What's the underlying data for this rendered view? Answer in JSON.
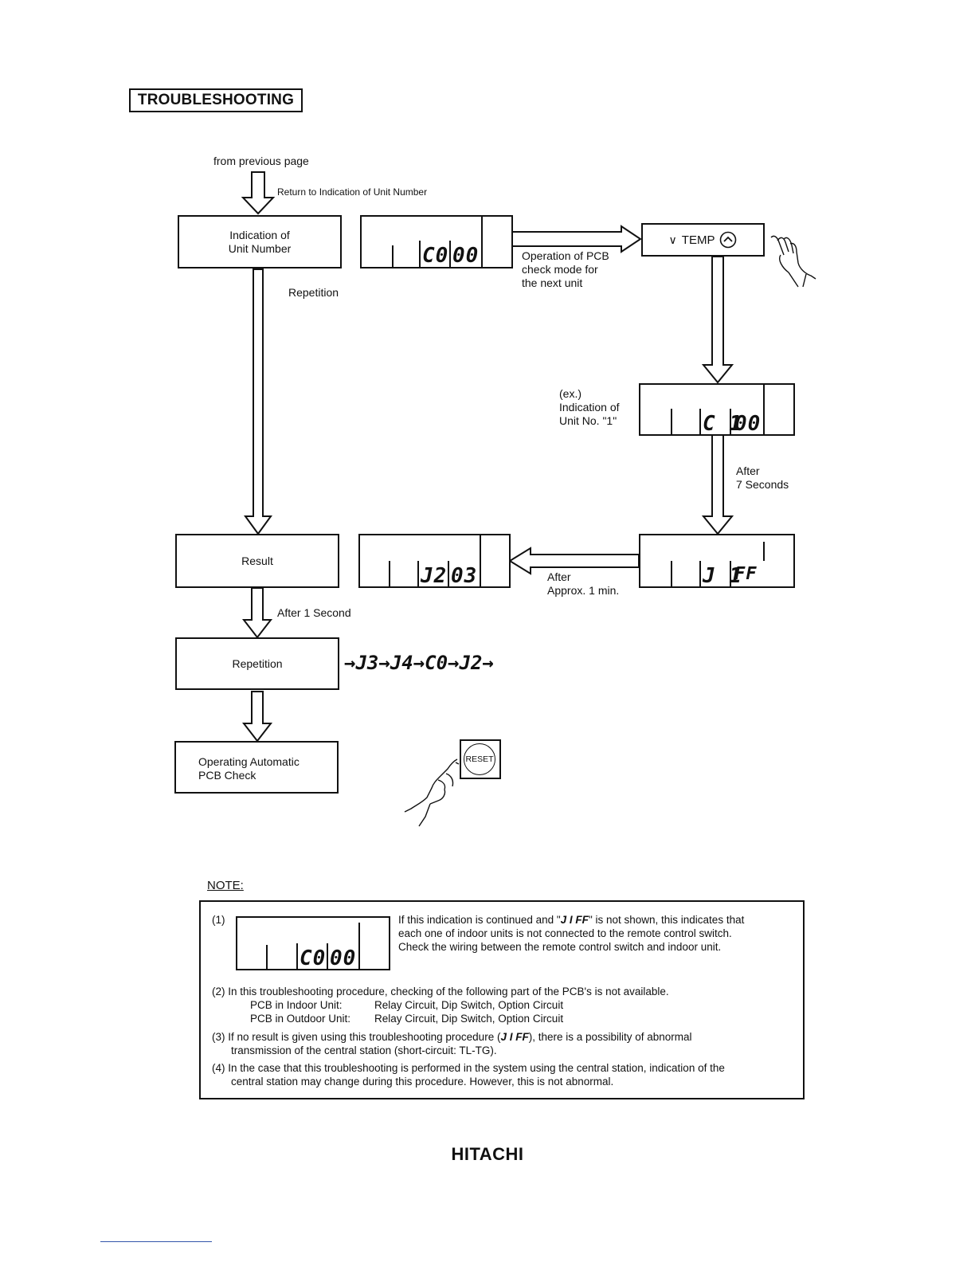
{
  "page_title": "TROUBLESHOOTING",
  "from_previous": "from previous page",
  "return_label": "Return to Indication of Unit Number",
  "boxes": {
    "indication": "Indication of\nUnit Number",
    "result": "Result",
    "repetition": "Repetition",
    "operating": "Operating Automatic\nPCB Check"
  },
  "labels": {
    "repetition_side": "Repetition",
    "operation_pcb": "Operation of PCB\ncheck mode for\nthe next unit",
    "example": "(ex.)\nIndication of\nUnit No. \"1\"",
    "after_7": "After\n7 Seconds",
    "after_1min": "After\nApprox. 1 min.",
    "after_1sec": "After 1 Second"
  },
  "temp_button": {
    "label": "TEMP"
  },
  "reset_button": {
    "label": "RESET"
  },
  "displays": {
    "d1": {
      "left": "C0",
      "right": "00"
    },
    "d2": {
      "left": "C 1",
      "right": "00"
    },
    "d3": {
      "left": "J 1",
      "right": "FF"
    },
    "d4": {
      "left": "J2",
      "right": "03"
    },
    "note1": {
      "left": "C0",
      "right": "00"
    }
  },
  "sequence": "→J3→J4→C0→J2→",
  "note": {
    "heading": "NOTE:",
    "n1_num": "(1)",
    "n1_a": "If this indication is continued and \"",
    "n1_code": "J I FF",
    "n1_b": "\" is not shown, this indicates that",
    "n1_line2": "each one of indoor units is not connected to the remote control switch.",
    "n1_line3": "Check the wiring between the remote control switch and indoor unit.",
    "n2_line1": "(2) In this troubleshooting procedure, checking of the following part of the PCB's is not available.",
    "n2_indoor_k": "PCB in Indoor Unit:",
    "n2_indoor_v": "Relay Circuit, Dip Switch, Option Circuit",
    "n2_outdoor_k": "PCB in Outdoor Unit:",
    "n2_outdoor_v": "Relay Circuit, Dip Switch, Option Circuit",
    "n3_a": "(3) If no result is given using this troubleshooting procedure (",
    "n3_code": "J I FF",
    "n3_b": "), there is a possibility of abnormal",
    "n3_line2": "transmission of the central station (short-circuit:  TL-TG).",
    "n4_line1": "(4) In the case that this troubleshooting is performed in the system using the central station, indication of the",
    "n4_line2": "central station may change during this procedure.  However, this is not abnormal."
  },
  "brand": "HITACHI"
}
